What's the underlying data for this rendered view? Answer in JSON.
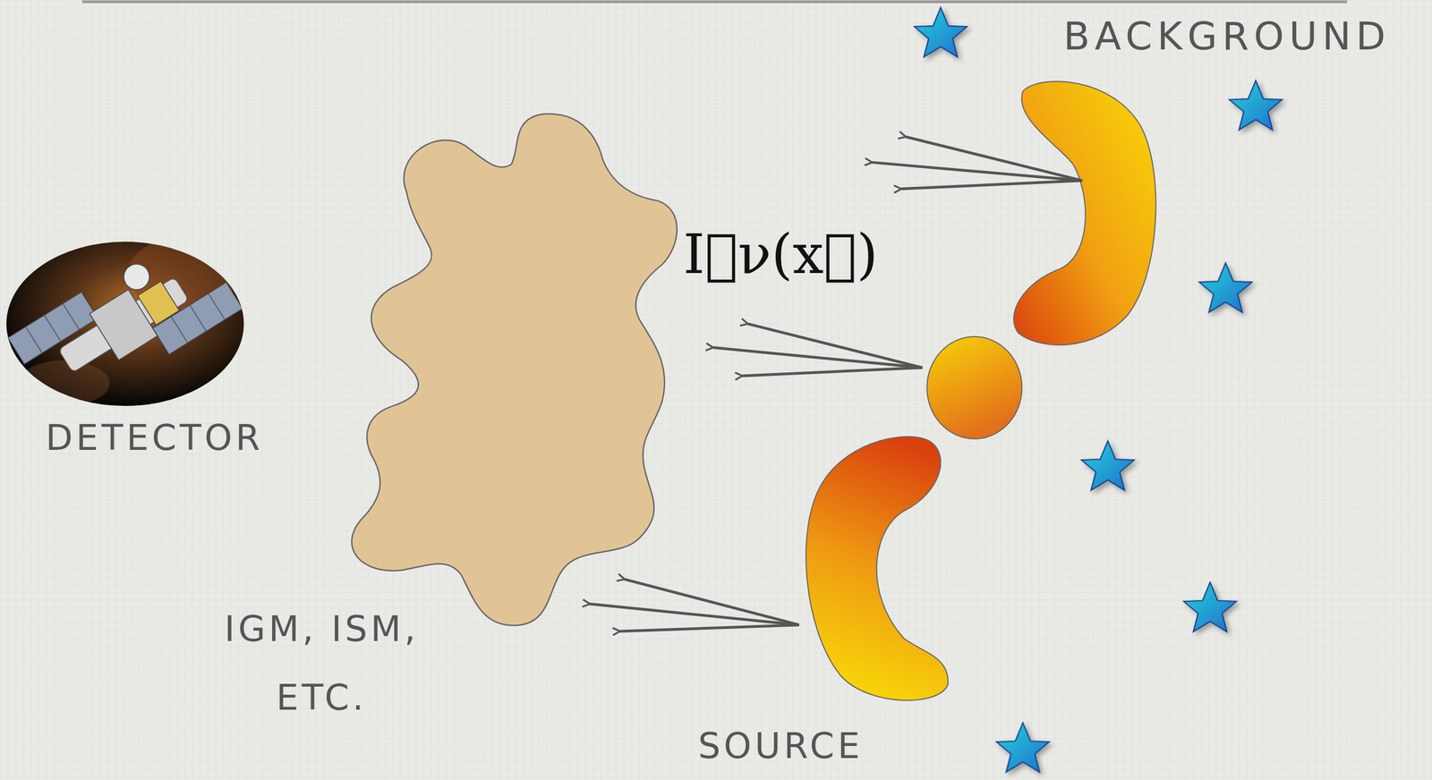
{
  "diagram": {
    "labels": [
      "BACKGROUND",
      "I⃗ν(x⃗)",
      "DETECTOR",
      "IGM, ISM, ETC.",
      "SOURCE"
    ]
  }
}
